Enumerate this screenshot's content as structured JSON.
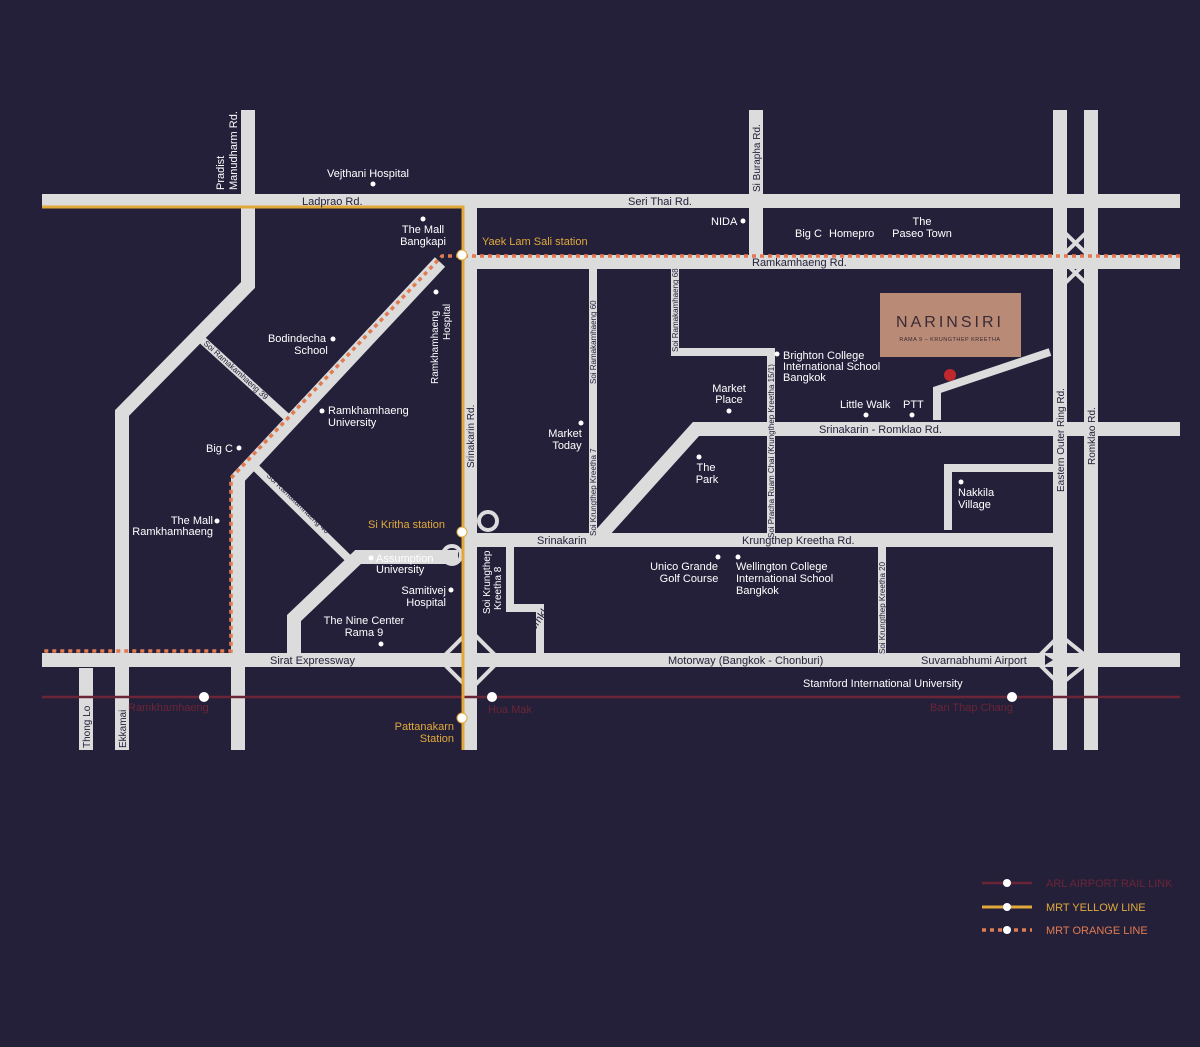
{
  "colors": {
    "background": "#24203a",
    "road": "#dcdcdc",
    "mrt_yellow": "#e0a93a",
    "mrt_orange": "#e07a50",
    "arl": "#6a2536",
    "logo_bg": "#b98a76",
    "project_marker": "#c0282e"
  },
  "roads": {
    "ladprao": "Ladprao Rd.",
    "seri_thai": "Seri Thai Rd.",
    "ramkamhaeng": "Ramkamhaeng Rd.",
    "srinakarin_romklao": "Srinakarin - Romklao Rd.",
    "srinakarin": "Srinakarin",
    "krungthep_kreetha": "Krungthep Kreetha Rd.",
    "sirat": "Sirat Expressway",
    "motorway": "Motorway (Bangkok - Chonburi)",
    "suvarnabhumi": "Suvarnabhumi Airport",
    "pradist_1": "Pradist",
    "pradist_2": "Manudharm Rd.",
    "si_burapha": "Si Burapha Rd.",
    "srinakarin_rd": "Srinakarin Rd.",
    "eastern_outer": "Eastern Outer Ring Rd.",
    "romklao_rd": "Romklao Rd.",
    "thong_lo": "Thong Lo",
    "ekkamai": "Ekkamai",
    "romklao_tunnel": "Romklao Tunnel"
  },
  "sois": {
    "ramk39": "Soi Ramakamhaeng 39",
    "ramk40": "Soi Ramakamhaeng 40",
    "ramk60": "Soi Ramakamhaeng 60",
    "ramk68": "Soi Ramakamhaeng 68",
    "kk7": "Soi Krungthep Kreetha 7",
    "kk8_1": "Soi Krungthep",
    "kk8_2": "Kreetha 8",
    "kk15": "Soi Pracha Ruam Chai (Krungthep Kreetha 15/1)",
    "kk20": "Soi Krungthep Kreetha 20",
    "rh_hospital_1": "Ramkhamhaeng",
    "rh_hospital_2": "Hospital"
  },
  "places": {
    "vejthani": "Vejthani Hospital",
    "mall_bangkapi_1": "The Mall",
    "mall_bangkapi_2": "Bangkapi",
    "nida": "NIDA",
    "bigc": "Big C",
    "homepro": "Homepro",
    "paseo_1": "The",
    "paseo_2": "Paseo Town",
    "bodindecha_1": "Bodindecha",
    "bodindecha_2": "School",
    "rh_univ_1": "Ramkhamhaeng",
    "rh_univ_2": "University",
    "bigc2": "Big C",
    "mall_rh_1": "The Mall",
    "mall_rh_2": "Ramkhamhaeng",
    "assumption_1": "Assumption",
    "assumption_2": "University",
    "samitivej_1": "Samitivej",
    "samitivej_2": "Hospital",
    "nine_center_1": "The Nine Center",
    "nine_center_2": "Rama 9",
    "market_today_1": "Market",
    "market_today_2": "Today",
    "market_place_1": "Market",
    "market_place_2": "Place",
    "the_park_1": "The",
    "the_park_2": "Park",
    "brighton_1": "Brighton College",
    "brighton_2": "International School",
    "brighton_3": "Bangkok",
    "little_walk": "Little Walk",
    "ptt": "PTT",
    "nakkila_1": "Nakkila",
    "nakkila_2": "Village",
    "unico_1": "Unico Grande",
    "unico_2": "Golf Course",
    "wellington_1": "Wellington College",
    "wellington_2": "International School",
    "wellington_3": "Bangkok",
    "stamford": "Stamford International University"
  },
  "stations": {
    "yaek_lam_sali": "Yaek Lam Sali station",
    "si_kritha": "Si Kritha station",
    "pattanakarn_1": "Pattanakarn",
    "pattanakarn_2": "Station",
    "ramkhamhaeng_arl": "Ramkhamhaeng",
    "hua_mak": "Hua Mak",
    "ban_thap_chang": "Ban Thap Chang"
  },
  "logo": {
    "name": "NARINSIRI",
    "tagline": "RAMA 9 – KRUNGTHEP KREETHA"
  },
  "legend": [
    {
      "label": "ARL AIRPORT RAIL LINK",
      "color": "#6a2536"
    },
    {
      "label": "MRT YELLOW LINE",
      "color": "#e0a93a"
    },
    {
      "label": "MRT ORANGE LINE",
      "color": "#e07a50"
    }
  ]
}
